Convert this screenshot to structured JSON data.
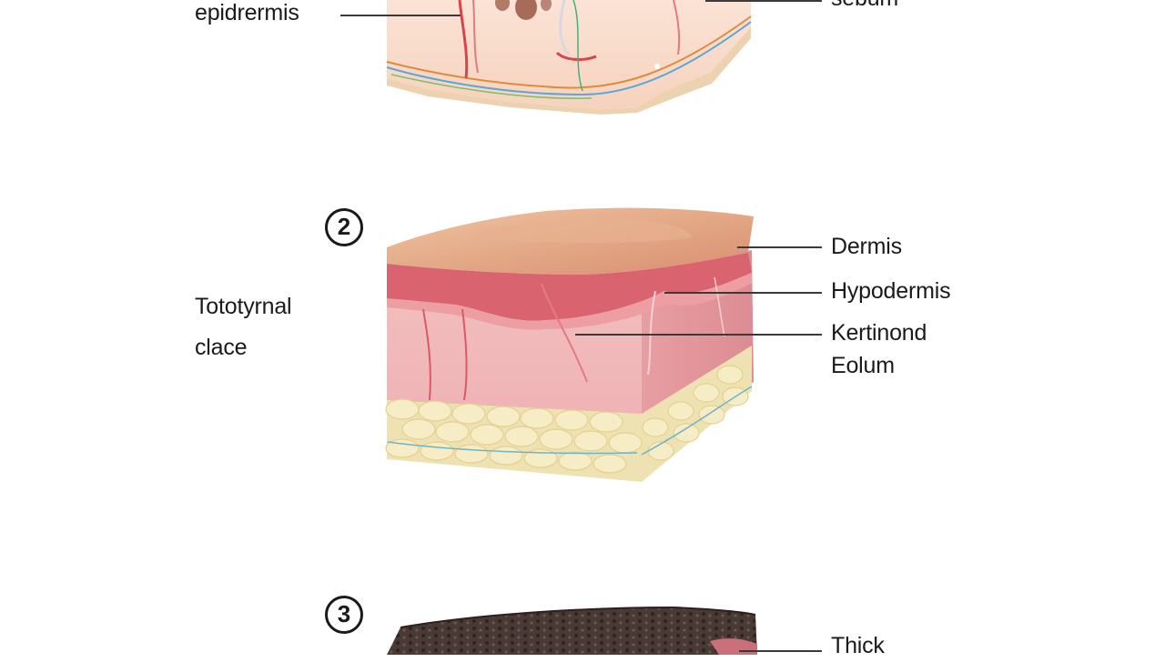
{
  "panel1": {
    "labels": {
      "left": "epidrermis",
      "right": "sebum"
    }
  },
  "panel2": {
    "number": "2",
    "labels": {
      "left": "Tototyrnal\nclace",
      "dermis": "Dermis",
      "hypodermis": "Hypodermis",
      "keratin": "Kertinond\nEolum"
    }
  },
  "panel3": {
    "number": "3",
    "labels": {
      "right": "Thick"
    }
  },
  "colors": {
    "skin_top": "#e8b48e",
    "dermis_red": "#d9636e",
    "dermis_pink": "#f0b3b5",
    "fat_yellow": "#f1e6b9",
    "dark_skin": "#4a3a35",
    "leader": "#3a3a3a"
  }
}
